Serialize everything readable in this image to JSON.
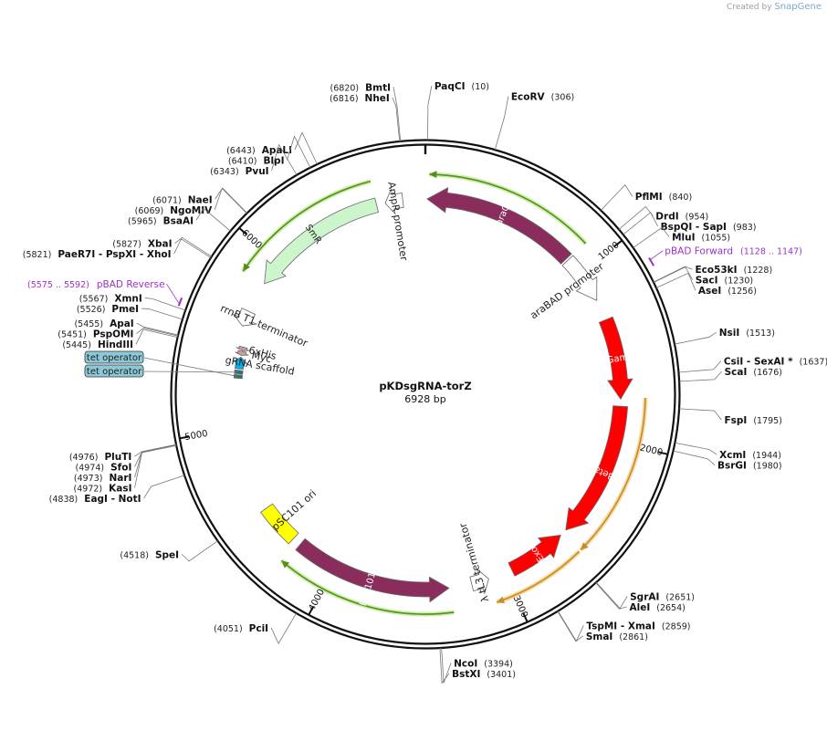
{
  "brand": {
    "created_by": "Created by",
    "name": "SnapGene"
  },
  "plasmid": {
    "name": "pKDsgRNA-torZ",
    "length_label": "6928 bp",
    "length": 6928
  },
  "ticks": [
    {
      "bp": 1000,
      "label": "1000"
    },
    {
      "bp": 2000,
      "label": "2000"
    },
    {
      "bp": 3000,
      "label": "3000"
    },
    {
      "bp": 4000,
      "label": "4000"
    },
    {
      "bp": 5000,
      "label": "5000"
    },
    {
      "bp": 6000,
      "label": "6000"
    }
  ],
  "enzymes": [
    {
      "name": "BmtI",
      "pos": "(6820)",
      "bp": 6820
    },
    {
      "name": "NheI",
      "pos": "(6816)",
      "bp": 6816
    },
    {
      "name": "PaqCI",
      "pos": "(10)",
      "bp": 10
    },
    {
      "name": "EcoRV",
      "pos": "(306)",
      "bp": 306
    },
    {
      "name": "ApaLI",
      "pos": "(6443)",
      "bp": 6443
    },
    {
      "name": "BlpI",
      "pos": "(6410)",
      "bp": 6410
    },
    {
      "name": "PvuI",
      "pos": "(6343)",
      "bp": 6343
    },
    {
      "name": "PflMI",
      "pos": "(840)",
      "bp": 840
    },
    {
      "name": "NaeI",
      "pos": "(6071)",
      "bp": 6071
    },
    {
      "name": "NgoMIV",
      "pos": "(6069)",
      "bp": 6069
    },
    {
      "name": "BsaAI",
      "pos": "(5965)",
      "bp": 5965
    },
    {
      "name": "DrdI",
      "pos": "(954)",
      "bp": 954
    },
    {
      "name": "BspQI - SapI",
      "pos": "(983)",
      "bp": 983
    },
    {
      "name": "MluI",
      "pos": "(1055)",
      "bp": 1055
    },
    {
      "name": "XbaI",
      "pos": "(5827)",
      "bp": 5827
    },
    {
      "name": "PaeR7I - PspXI - XhoI",
      "pos": "(5821)",
      "bp": 5821
    },
    {
      "name": "Eco53kI",
      "pos": "(1228)",
      "bp": 1228
    },
    {
      "name": "SacI",
      "pos": "(1230)",
      "bp": 1230
    },
    {
      "name": "AseI",
      "pos": "(1256)",
      "bp": 1256
    },
    {
      "name": "XmnI",
      "pos": "(5567)",
      "bp": 5567
    },
    {
      "name": "PmeI",
      "pos": "(5526)",
      "bp": 5526
    },
    {
      "name": "ApaI",
      "pos": "(5455)",
      "bp": 5455
    },
    {
      "name": "PspOMI",
      "pos": "(5451)",
      "bp": 5451
    },
    {
      "name": "HindIII",
      "pos": "(5445)",
      "bp": 5445
    },
    {
      "name": "NsiI",
      "pos": "(1513)",
      "bp": 1513
    },
    {
      "name": "CsiI - SexAI *",
      "pos": "(1637)",
      "bp": 1637
    },
    {
      "name": "ScaI",
      "pos": "(1676)",
      "bp": 1676
    },
    {
      "name": "FspI",
      "pos": "(1795)",
      "bp": 1795
    },
    {
      "name": "XcmI",
      "pos": "(1944)",
      "bp": 1944
    },
    {
      "name": "BsrGI",
      "pos": "(1980)",
      "bp": 1980
    },
    {
      "name": "PluTI",
      "pos": "(4976)",
      "bp": 4976
    },
    {
      "name": "SfoI",
      "pos": "(4974)",
      "bp": 4974
    },
    {
      "name": "NarI",
      "pos": "(4973)",
      "bp": 4973
    },
    {
      "name": "KasI",
      "pos": "(4972)",
      "bp": 4972
    },
    {
      "name": "EagI - NotI",
      "pos": "(4838)",
      "bp": 4838
    },
    {
      "name": "SpeI",
      "pos": "(4518)",
      "bp": 4518
    },
    {
      "name": "SgrAI",
      "pos": "(2651)",
      "bp": 2651
    },
    {
      "name": "AleI",
      "pos": "(2654)",
      "bp": 2654
    },
    {
      "name": "TspMI - XmaI",
      "pos": "(2859)",
      "bp": 2859
    },
    {
      "name": "SmaI",
      "pos": "(2861)",
      "bp": 2861
    },
    {
      "name": "PciI",
      "pos": "(4051)",
      "bp": 4051
    },
    {
      "name": "BstXI",
      "pos": "(3401)",
      "bp": 3401
    },
    {
      "name": "NcoI",
      "pos": "(3394)",
      "bp": 3394
    }
  ],
  "primers": [
    {
      "name": "pBAD Forward",
      "range": "(1128 .. 1147)",
      "start": 1128,
      "end": 1147
    },
    {
      "name": "pBAD Reverse",
      "range": "(5575 .. 5592)",
      "start": 5575,
      "end": 5592
    }
  ],
  "features": [
    {
      "name": "araC",
      "start": 10,
      "end": 888,
      "direction": "reverse",
      "color": "#8b2d5c",
      "label_inside": true
    },
    {
      "name": "araBAD promoter",
      "start": 900,
      "end": 1180,
      "direction": "forward",
      "color": "#ffffff",
      "label_inside": false
    },
    {
      "name": "Gam",
      "start": 1300,
      "end": 1760,
      "direction": "forward",
      "color": "#ff0000",
      "label_inside": true
    },
    {
      "name": "Beta",
      "start": 1800,
      "end": 2580,
      "direction": "forward",
      "color": "#ff0000",
      "label_inside": true
    },
    {
      "name": "Exo",
      "start": 2620,
      "end": 2960,
      "direction": "reverse",
      "color": "#ff0000",
      "label_inside": true
    },
    {
      "name": "λ tL3 terminator",
      "start": 3100,
      "end": 3200,
      "direction": "reverse",
      "color": "#ffffff",
      "label_inside": false
    },
    {
      "name": "Rep101(Ts)",
      "start": 3330,
      "end": 4230,
      "direction": "reverse",
      "color": "#8b2d5c",
      "label_inside": true
    },
    {
      "name": "pSC101 ori",
      "start": 4280,
      "end": 4510,
      "direction": "none",
      "color": "#ffff00",
      "label_inside": false
    },
    {
      "name": "tet operator",
      "start": 5290,
      "end": 5310,
      "direction": "none",
      "color": "#2f6f6f",
      "label_inside": false
    },
    {
      "name": "tet operator",
      "start": 5316,
      "end": 5336,
      "direction": "none",
      "color": "#2f6f6f",
      "label_inside": false
    },
    {
      "name": "gRNA scaffold",
      "start": 5345,
      "end": 5415,
      "direction": "forward",
      "color": "#00b0f0",
      "label_inside": false
    },
    {
      "name": "Myc",
      "start": 5425,
      "end": 5450,
      "direction": "reverse",
      "color": "#c89ba8",
      "label_inside": false
    },
    {
      "name": "6xHis",
      "start": 5455,
      "end": 5475,
      "direction": "reverse",
      "color": "#c89ba8",
      "label_inside": false
    },
    {
      "name": "rrnB T1 terminator",
      "start": 5590,
      "end": 5680,
      "direction": "reverse",
      "color": "#ffffff",
      "label_inside": false
    },
    {
      "name": "SmR",
      "start": 5860,
      "end": 6650,
      "direction": "reverse",
      "color": "#ccf5cc",
      "label_inside": true
    },
    {
      "name": "AmpR promoter",
      "start": 6700,
      "end": 6800,
      "direction": "reverse",
      "color": "#ffffff",
      "label_inside": false
    }
  ],
  "orfs": [
    {
      "start": 20,
      "end": 900,
      "direction": "reverse"
    },
    {
      "start": 1750,
      "end": 2600,
      "direction": "forward"
    },
    {
      "start": 2610,
      "end": 3100,
      "direction": "forward"
    },
    {
      "start": 3320,
      "end": 4250,
      "direction": "forward"
    },
    {
      "start": 5850,
      "end": 6650,
      "direction": "reverse"
    }
  ],
  "colors": {
    "orf_purple": "#5a8a1e",
    "orf_orange": "#c98a2a",
    "primer": "#9b30c8",
    "tet_label_bg": "#8cc8d8"
  }
}
